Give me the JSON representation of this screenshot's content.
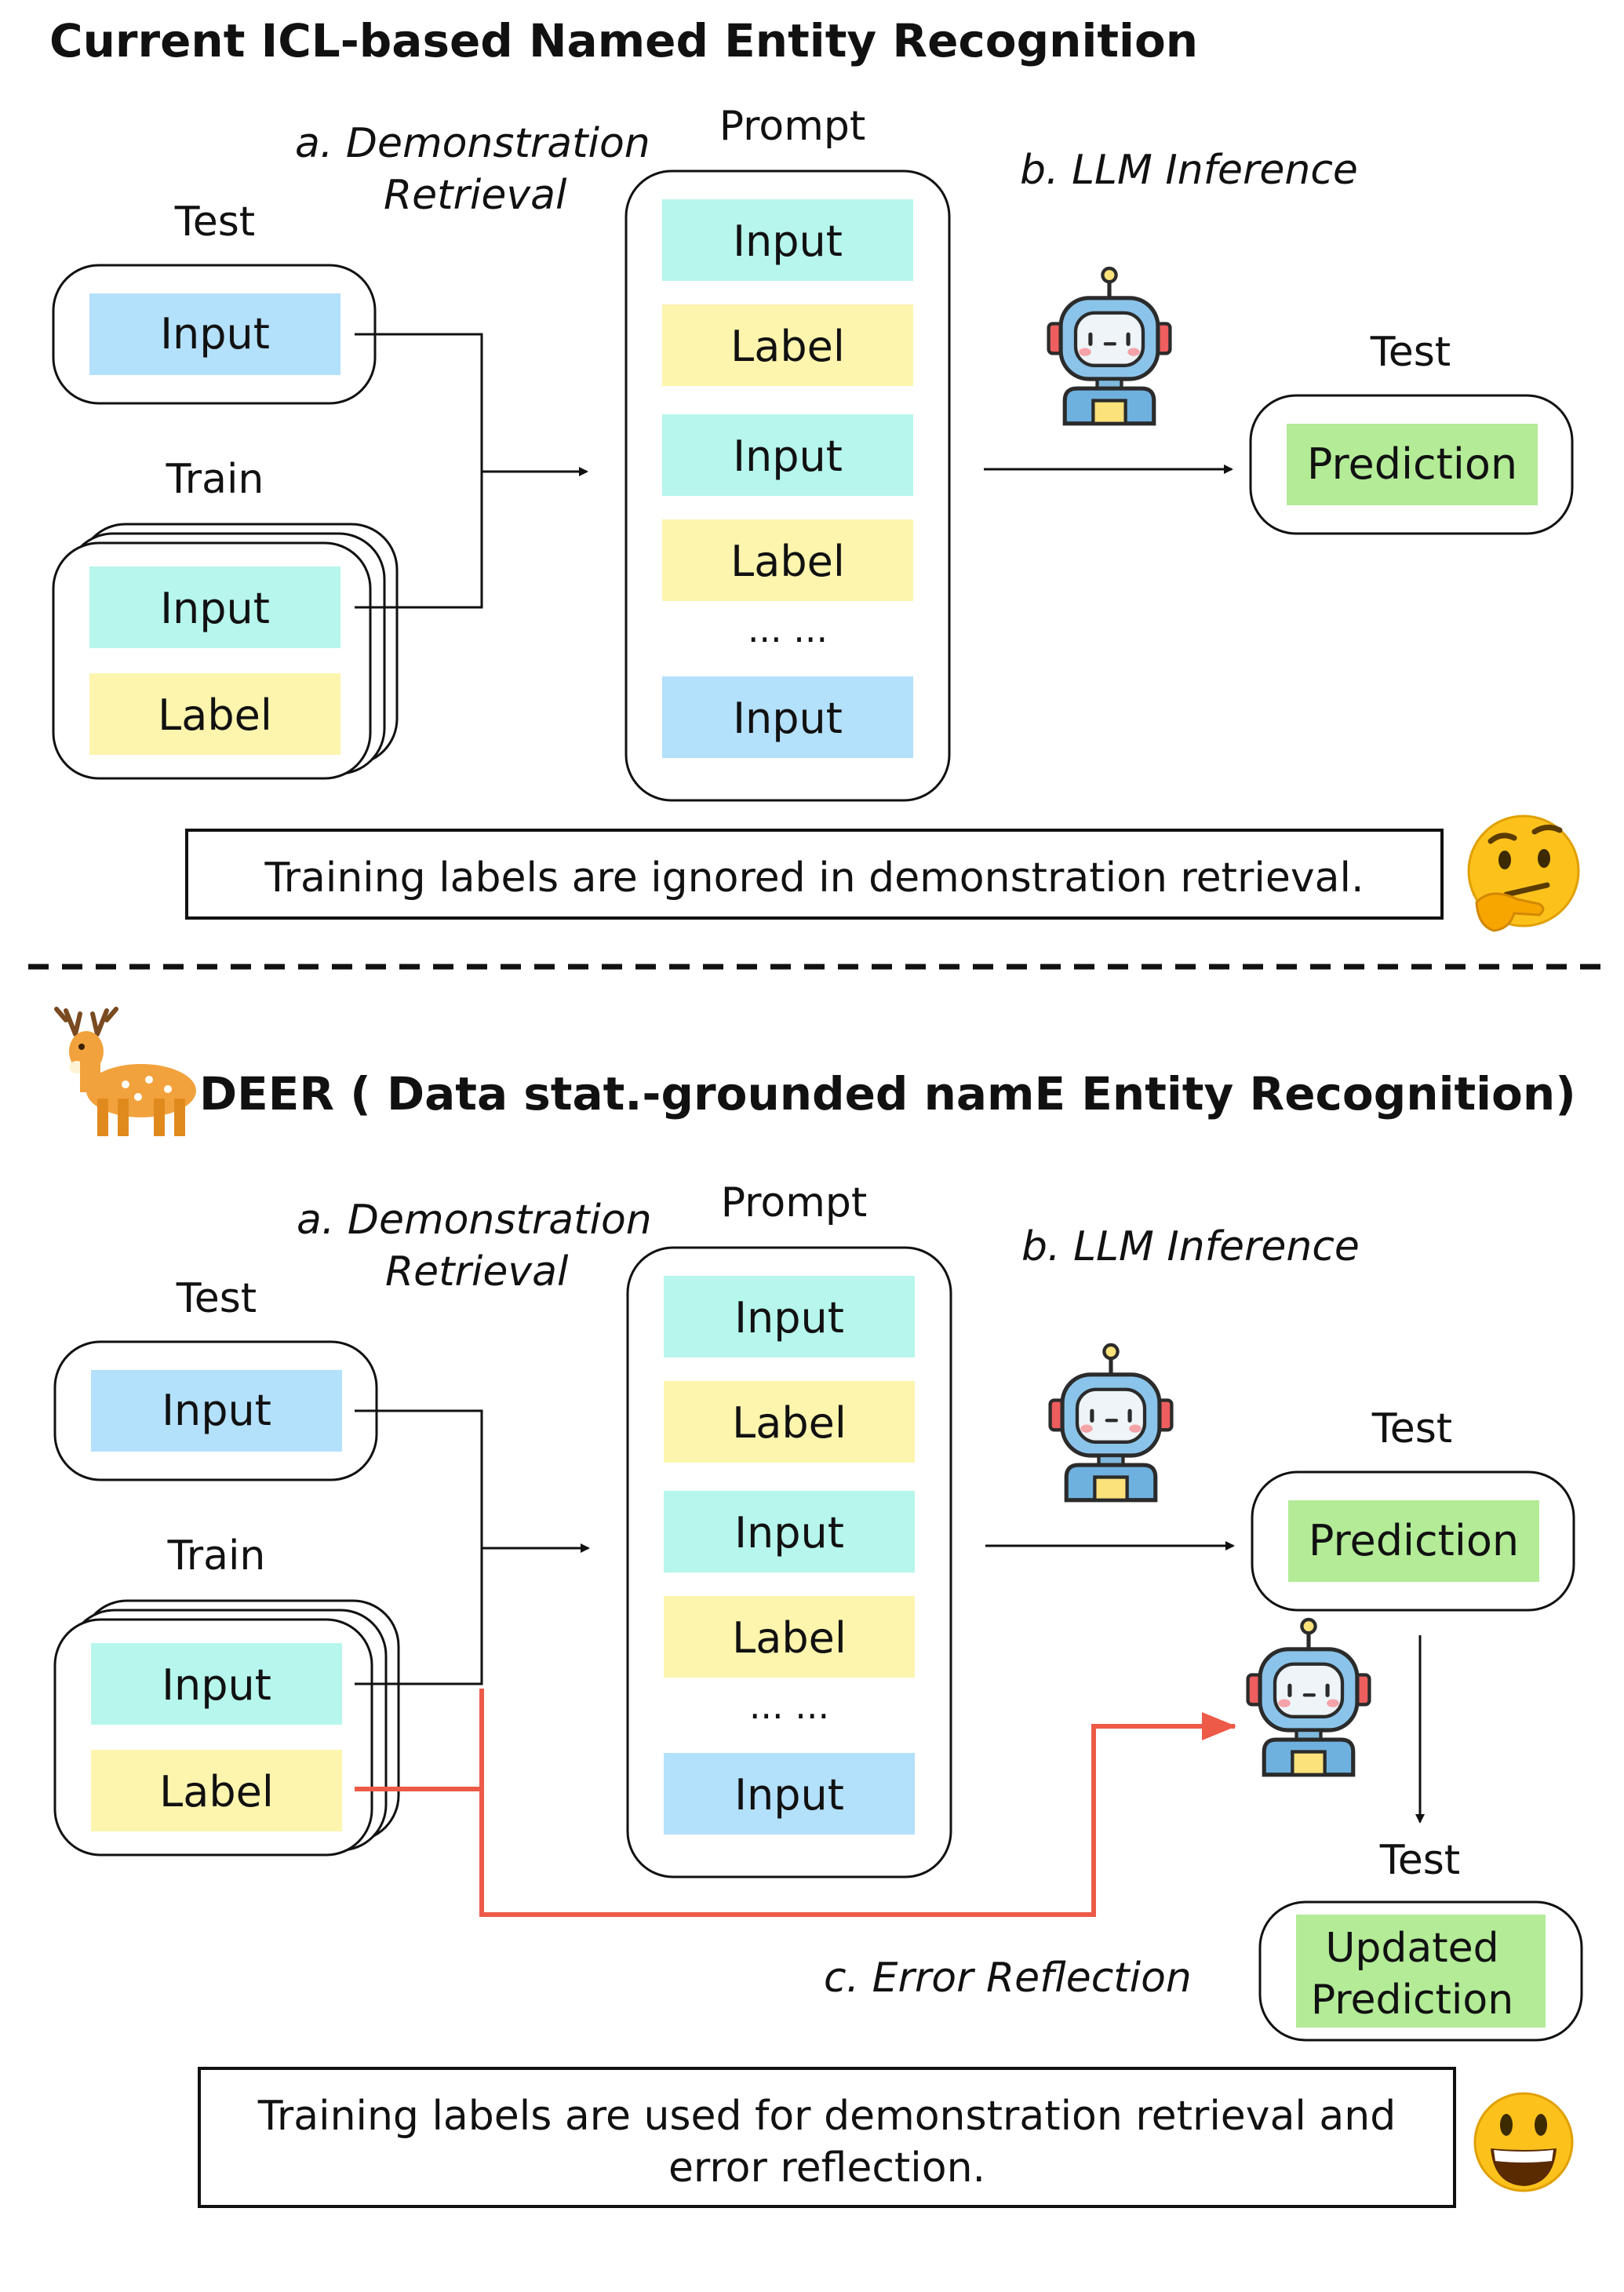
{
  "colors": {
    "input_dark": "#b3e0fb",
    "input_light": "#b6f6ec",
    "label": "#fdf5ae",
    "prediction": "#b3eb97",
    "error_arrow": "#ed5a48",
    "line": "#111111"
  },
  "section1": {
    "title": "Current ICL-based Named Entity Recognition",
    "test_label": "Test",
    "test_input": "Input",
    "train_label": "Train",
    "train_input": "Input",
    "train_label_box": "Label",
    "step_a_line1": "a. Demonstration",
    "step_a_line2": "Retrieval",
    "prompt_title": "Prompt",
    "prompt_items": [
      "Input",
      "Label",
      "Input",
      "Label",
      "... ...",
      "Input"
    ],
    "step_b": "b. LLM Inference",
    "output_test_label": "Test",
    "output_prediction": "Prediction",
    "note": "Training labels are ignored in demonstration retrieval.",
    "emoji_icon": "thinking-face-icon",
    "robot_icon": "robot-icon"
  },
  "divider": "dashed-line",
  "section2": {
    "title": "DEER ( Data stat.-grounded namE Entity Recognition)",
    "logo_icon": "deer-icon",
    "test_label": "Test",
    "test_input": "Input",
    "train_label": "Train",
    "train_input": "Input",
    "train_label_box": "Label",
    "step_a_line1": "a. Demonstration",
    "step_a_line2": "Retrieval",
    "prompt_title": "Prompt",
    "prompt_items": [
      "Input",
      "Label",
      "Input",
      "Label",
      "... ...",
      "Input"
    ],
    "step_b": "b. LLM Inference",
    "output_test_label": "Test",
    "output_prediction": "Prediction",
    "step_c": "c. Error Reflection",
    "updated_test_label": "Test",
    "updated_prediction_line1": "Updated",
    "updated_prediction_line2": "Prediction",
    "note_line1": "Training labels are used for demonstration retrieval and",
    "note_line2": "error reflection.",
    "emoji_icon": "grinning-face-icon",
    "robot_icon": "robot-icon"
  }
}
